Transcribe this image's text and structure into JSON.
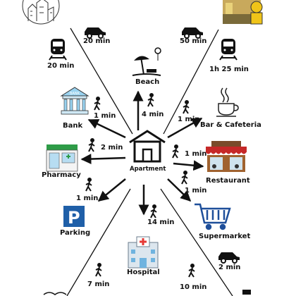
{
  "center": {
    "label": "Apartment"
  },
  "destinations": [
    {
      "key": "beach",
      "label": "Beach",
      "icon": "beach-umbrella-icon",
      "mode": "walk",
      "time": "4 min"
    },
    {
      "key": "bank",
      "label": "Bank",
      "icon": "bank-building-icon",
      "mode": "walk",
      "time": "1 min"
    },
    {
      "key": "bar",
      "label": "Bar & Cafeteria",
      "icon": "coffee-cup-icon",
      "mode": "walk",
      "time": "1 min"
    },
    {
      "key": "pharmacy",
      "label": "Pharmacy",
      "icon": "pharmacy-store-icon",
      "mode": "walk",
      "time": "2 min"
    },
    {
      "key": "restaurant",
      "label": "Restaurant",
      "icon": "restaurant-storefront-icon",
      "mode": "walk",
      "time": "1 min"
    },
    {
      "key": "parking",
      "label": "Parking",
      "icon": "parking-sign-icon",
      "mode": "walk",
      "time": "1 min"
    },
    {
      "key": "supermarket",
      "label": "Supermarket",
      "icon": "shopping-cart-icon",
      "mode": "walk",
      "time": "1 min"
    },
    {
      "key": "hospital",
      "label": "Hospital",
      "icon": "hospital-building-icon",
      "mode": "walk",
      "time": "14 min"
    }
  ],
  "far_routes": [
    {
      "key": "top-left",
      "car_time": "20 min",
      "train_time": "20 min",
      "icon": "city-sketch-icon"
    },
    {
      "key": "top-right",
      "car_time": "50 min",
      "train_time": "1h 25 min",
      "icon": "festival-photo-icon"
    },
    {
      "key": "bottom-left",
      "walk_time": "7 min"
    },
    {
      "key": "bottom-right",
      "walk_time": "10 min",
      "car_time": "2 min"
    }
  ],
  "colors": {
    "arrow": "#111111",
    "parking": "#1f5fa8",
    "hospital_cross": "#e53935",
    "cart": "#1e4f9a",
    "awning": "#c62828",
    "pharmacy": "#2e9c47"
  }
}
